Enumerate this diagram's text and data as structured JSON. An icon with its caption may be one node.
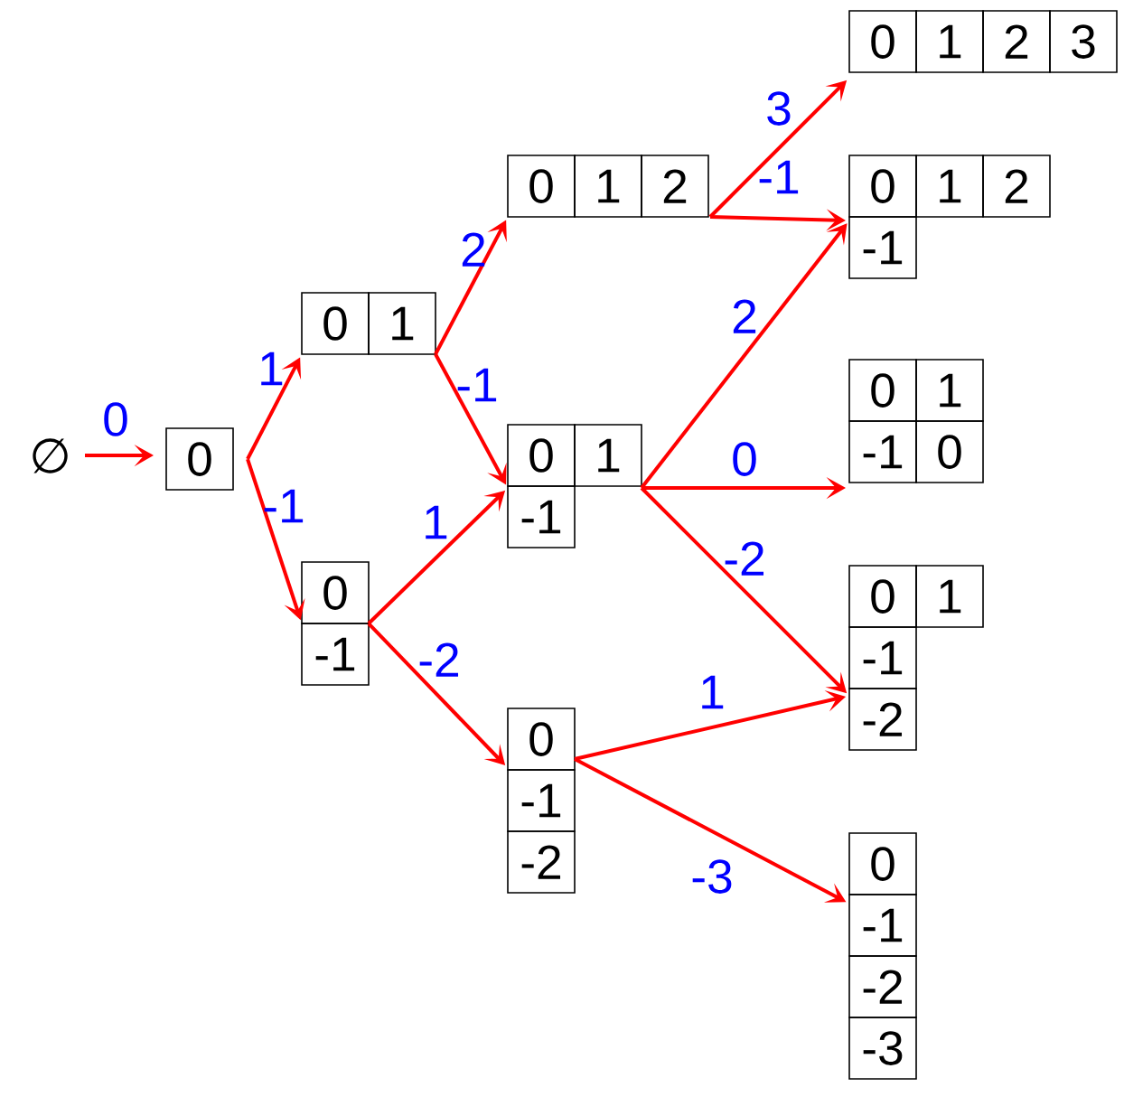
{
  "diagram": {
    "nodes": [
      {
        "text": [
          "∅"
        ]
      },
      {
        "text": [
          "0"
        ]
      },
      {
        "text": [
          "0",
          "1"
        ]
      },
      {
        "text": [
          "0",
          "-1"
        ]
      },
      {
        "text": [
          "0",
          "1",
          "2"
        ]
      },
      {
        "text": [
          "0",
          "1",
          "-1"
        ]
      },
      {
        "text": [
          "0",
          "-1",
          "-2"
        ]
      },
      {
        "text": [
          "0",
          "1",
          "2",
          "3"
        ]
      },
      {
        "text": [
          "0",
          "1",
          "2",
          "-1"
        ]
      },
      {
        "text": [
          "0",
          "1",
          "-1",
          "0"
        ]
      },
      {
        "text": [
          "0",
          "1",
          "-1",
          "-2"
        ]
      },
      {
        "text": [
          "0",
          "-1",
          "-2",
          "-3"
        ]
      }
    ],
    "edges": [
      {
        "from": 0,
        "to": 1,
        "arrow": "to",
        "label": "0"
      },
      {
        "from": 1,
        "to": 2,
        "arrow": "to",
        "label": "1"
      },
      {
        "from": 1,
        "to": 3,
        "arrow": "to",
        "label": "-1"
      },
      {
        "from": 2,
        "to": 4,
        "arrow": "to",
        "label": "2"
      },
      {
        "from": 2,
        "to": 5,
        "arrow": "to",
        "label": "-1"
      },
      {
        "from": 3,
        "to": 5,
        "arrow": "to",
        "label": "1"
      },
      {
        "from": 3,
        "to": 6,
        "arrow": "to",
        "label": "-2"
      },
      {
        "from": 4,
        "to": 7,
        "arrow": "to",
        "label": "3"
      },
      {
        "from": 4,
        "to": 8,
        "arrow": "to",
        "label": "-1"
      },
      {
        "from": 5,
        "to": 8,
        "arrow": "to",
        "label": "2"
      },
      {
        "from": 5,
        "to": 9,
        "arrow": "to",
        "label": "0"
      },
      {
        "from": 5,
        "to": 10,
        "arrow": "to",
        "label": "-2"
      },
      {
        "from": 6,
        "to": 10,
        "arrow": "to",
        "label": "1"
      },
      {
        "from": 6,
        "to": 11,
        "arrow": "to",
        "label": "-3"
      }
    ]
  }
}
